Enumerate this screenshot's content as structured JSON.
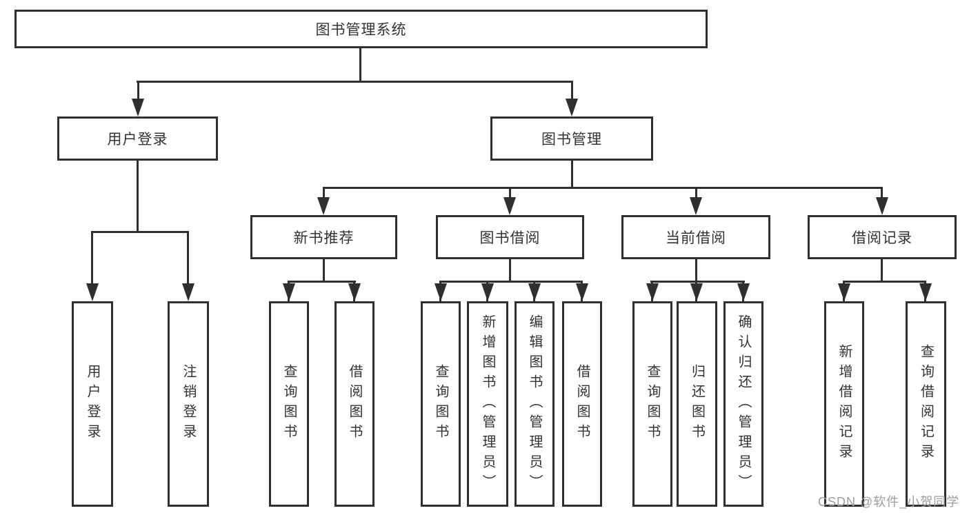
{
  "colors": {
    "background": "#ffffff",
    "line": "#2f2f2f",
    "box_border": "#2f2f2f",
    "text": "#333333",
    "watermark_text": "#9e9e9e"
  },
  "watermark": "CSDN @软件_小贺同学",
  "tree": {
    "label": "图书管理系统",
    "children": [
      {
        "label": "用户登录",
        "children": [
          {
            "label": "用户登录"
          },
          {
            "label": "注销登录"
          }
        ]
      },
      {
        "label": "图书管理",
        "children": [
          {
            "label": "新书推荐",
            "children": [
              {
                "label": "查询图书"
              },
              {
                "label": "借阅图书"
              }
            ]
          },
          {
            "label": "图书借阅",
            "children": [
              {
                "label": "查询图书"
              },
              {
                "label": "新增图书（管理员）"
              },
              {
                "label": "编辑图书（管理员）"
              },
              {
                "label": "借阅图书"
              }
            ]
          },
          {
            "label": "当前借阅",
            "children": [
              {
                "label": "查询图书"
              },
              {
                "label": "归还图书"
              },
              {
                "label": "确认归还（管理员）"
              }
            ]
          },
          {
            "label": "借阅记录",
            "children": [
              {
                "label": "新增借阅记录"
              },
              {
                "label": "查询借阅记录"
              }
            ]
          }
        ]
      }
    ]
  }
}
